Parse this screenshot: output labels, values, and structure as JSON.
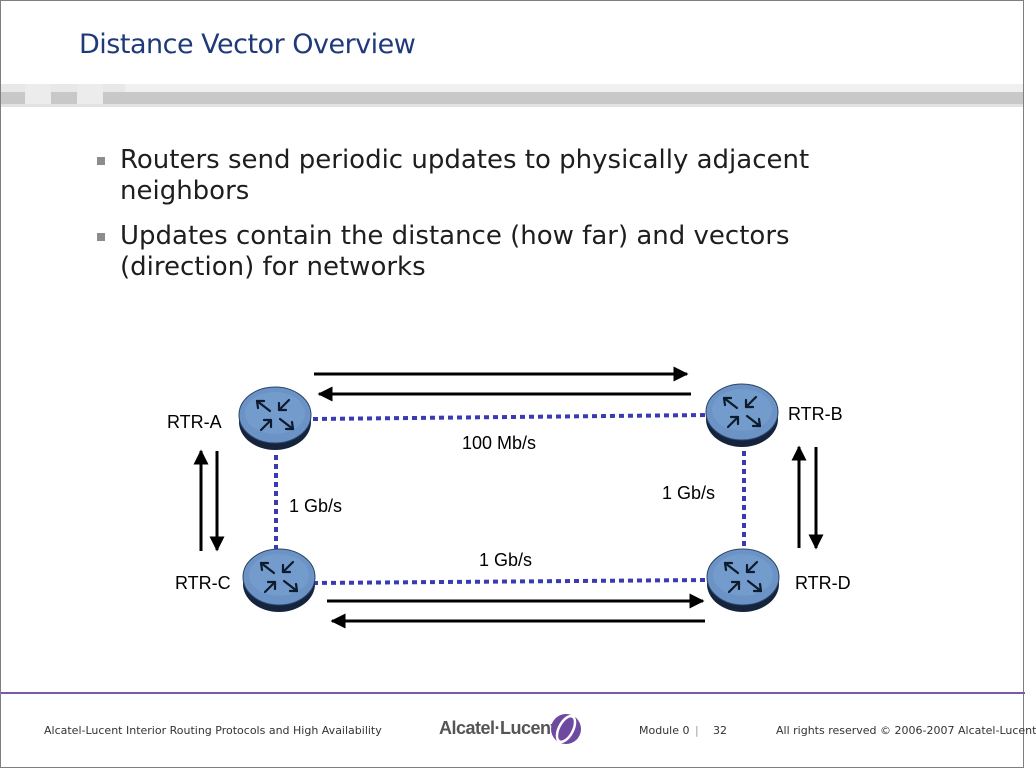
{
  "slide": {
    "title": "Distance Vector Overview",
    "bullets": [
      "Routers send periodic updates to physically adjacent neighbors",
      "Updates contain the distance (how far) and vectors (direction) for networks"
    ]
  },
  "diagram": {
    "routers": [
      {
        "id": "a",
        "label": "RTR-A"
      },
      {
        "id": "b",
        "label": "RTR-B"
      },
      {
        "id": "c",
        "label": "RTR-C"
      },
      {
        "id": "d",
        "label": "RTR-D"
      }
    ],
    "links": [
      {
        "from": "RTR-A",
        "to": "RTR-B",
        "speed": "100 Mb/s"
      },
      {
        "from": "RTR-A",
        "to": "RTR-C",
        "speed": "1 Gb/s"
      },
      {
        "from": "RTR-B",
        "to": "RTR-D",
        "speed": "1 Gb/s"
      },
      {
        "from": "RTR-C",
        "to": "RTR-D",
        "speed": "1 Gb/s"
      }
    ],
    "colors": {
      "router_fill": "#6b93c5",
      "router_dark": "#15233d",
      "link": "#3a3ab4"
    }
  },
  "footer": {
    "course": "Alcatel-Lucent Interior Routing Protocols and High Availability",
    "brand": "Alcatel·Lucent",
    "module": "Module  0",
    "separator": "|",
    "page": "32",
    "rights": "All rights reserved © 2006-2007 Alcatel-Lucent"
  }
}
